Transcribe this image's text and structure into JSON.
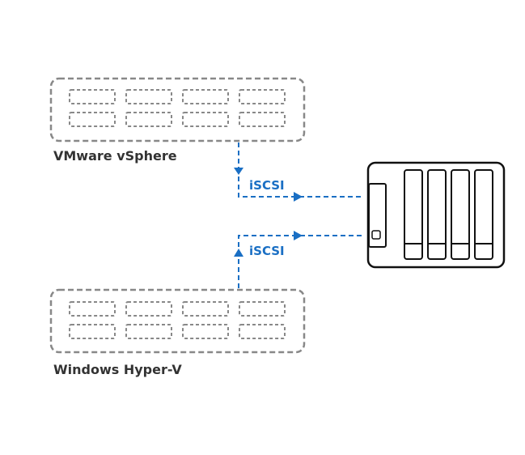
{
  "hosts": {
    "top": {
      "label": "VMware vSphere"
    },
    "bottom": {
      "label": "Windows Hyper-V"
    }
  },
  "links": {
    "top": {
      "protocol": "iSCSI"
    },
    "bottom": {
      "protocol": "iSCSI"
    }
  },
  "colors": {
    "link": "#1a6fc4",
    "outline": "#888888",
    "nas": "#111111",
    "text": "#333333"
  },
  "icons": {
    "server_top": "server-rack-icon",
    "server_bottom": "server-rack-icon",
    "storage": "nas-storage-icon"
  }
}
